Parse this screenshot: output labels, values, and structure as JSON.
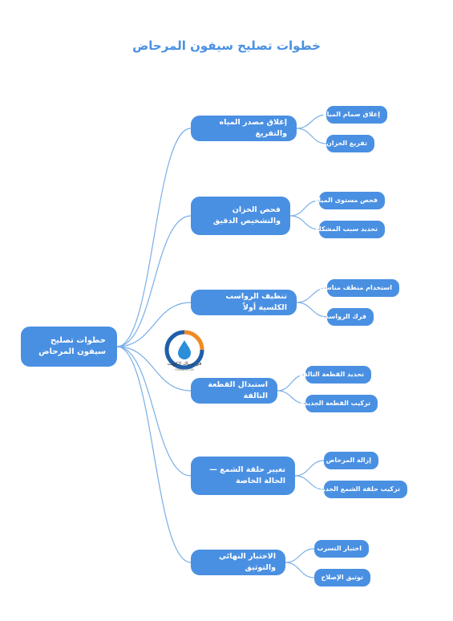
{
  "title": "خطوات تصليح سيفون المرحاض",
  "colors": {
    "node": "#4a90e2",
    "line": "#7aaee6",
    "title": "#4a90e2",
    "text": "#ffffff"
  },
  "root": {
    "label": "خطوات تصليح سيفون المرحاض"
  },
  "branches": [
    {
      "label": "إغلاق مصدر المياه والتفريغ",
      "children": [
        "إغلاق صمام المياه",
        "تفريغ الخزان"
      ]
    },
    {
      "label": "فحص الخزان والتشخيص الدقيق",
      "children": [
        "فحص مستوى المياه",
        "تحديد سبب المشكلة"
      ]
    },
    {
      "label": "تنظيف الرواسب الكلسية أولاً",
      "children": [
        "استخدام منظف مناسب",
        "فرك الرواسب"
      ]
    },
    {
      "label": "استبدال القطعة التالفة",
      "children": [
        "تحديد القطعة التالفة",
        "تركيب القطعة الجديدة"
      ]
    },
    {
      "label": "تغيير حلقة الشمع — الحالة الخاصة",
      "children": [
        "إزالة المرحاض",
        "تركيب حلقة الشمع الجديدة"
      ]
    },
    {
      "label": "الاختبار النهائي والتوثيق",
      "children": [
        "اختبار التسرب",
        "توثيق الإصلاح"
      ]
    }
  ],
  "logo": {
    "icon": "water-drop-logo-icon",
    "name": "في سباك الكويت",
    "url": "FIKWAIT.COM"
  }
}
